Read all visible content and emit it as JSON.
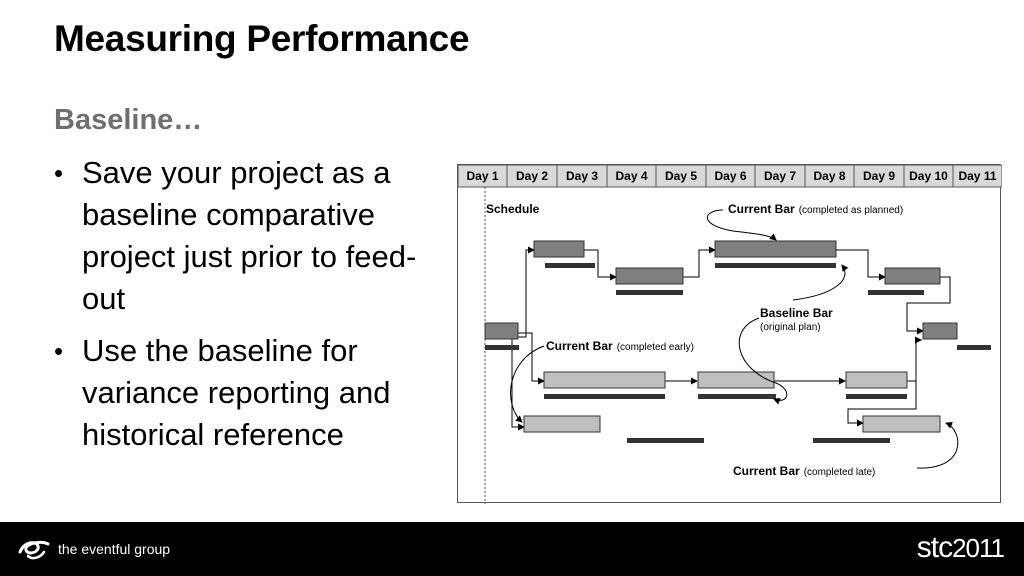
{
  "slide": {
    "title": "Measuring Performance",
    "subtitle": "Baseline…",
    "bullets": [
      "Save your project as a baseline comparative project just prior to feed-out",
      "Use the baseline for variance reporting and historical reference"
    ]
  },
  "gantt": {
    "days": [
      "Day 1",
      "Day 2",
      "Day 3",
      "Day 4",
      "Day 5",
      "Day 6",
      "Day 7",
      "Day 8",
      "Day 9",
      "Day 10",
      "Day 11"
    ],
    "schedule_label": "Schedule",
    "current_bar_planned": {
      "main": "Current Bar",
      "note": "(completed as planned)"
    },
    "baseline_bar": {
      "main": "Baseline Bar",
      "note": "(original plan)"
    },
    "current_bar_early": {
      "main": "Current Bar",
      "note": "(completed early)"
    },
    "current_bar_late": {
      "main": "Current Bar",
      "note": "(completed late)"
    }
  },
  "footer": {
    "company": "the eventful group",
    "brand": "stc",
    "year": "2011"
  },
  "colors": {
    "background": "#ffffff",
    "footer": "#000000",
    "subtitle": "#6f6f6f",
    "bar_dark": "#7f7f7f",
    "bar_light": "#bfbfbf",
    "baseline": "#333333"
  }
}
